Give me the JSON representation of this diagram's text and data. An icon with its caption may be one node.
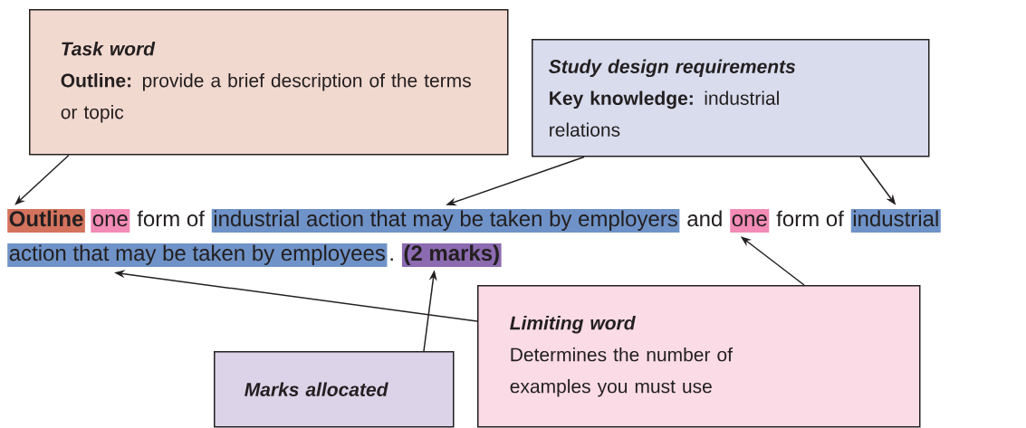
{
  "diagram": {
    "nodes": [
      {
        "text": [
          "Task word",
          "**Outline:** provide a brief description of the terms or topic"
        ]
      },
      {
        "text": [
          "Study design requirements",
          "**Key knowledge:** industrial relations"
        ]
      },
      {
        "text": [
          "Outline"
        ]
      },
      {
        "text": [
          "one"
        ]
      },
      {
        "text": [
          "industrial action that may be taken by employers"
        ]
      },
      {
        "text": [
          "one"
        ]
      },
      {
        "text": [
          "industrial"
        ]
      },
      {
        "text": [
          "action that may be taken by employees"
        ]
      },
      {
        "text": [
          "(2 marks)"
        ]
      },
      {
        "text": [
          "Limiting word",
          "Determines the number of examples you must use"
        ]
      },
      {
        "text": [
          "Marks allocated"
        ]
      }
    ],
    "edges": [
      {
        "from": 0,
        "to": 2,
        "arrow": "to"
      },
      {
        "from": 1,
        "to": 4,
        "arrow": "to"
      },
      {
        "from": 1,
        "to": 6,
        "arrow": "to"
      },
      {
        "from": 9,
        "to": 5,
        "arrow": "to"
      },
      {
        "from": 9,
        "to": 7,
        "arrow": "to"
      },
      {
        "from": 10,
        "to": 8,
        "arrow": "to"
      }
    ],
    "labels": [
      "form of",
      "and",
      "form of",
      "."
    ]
  }
}
